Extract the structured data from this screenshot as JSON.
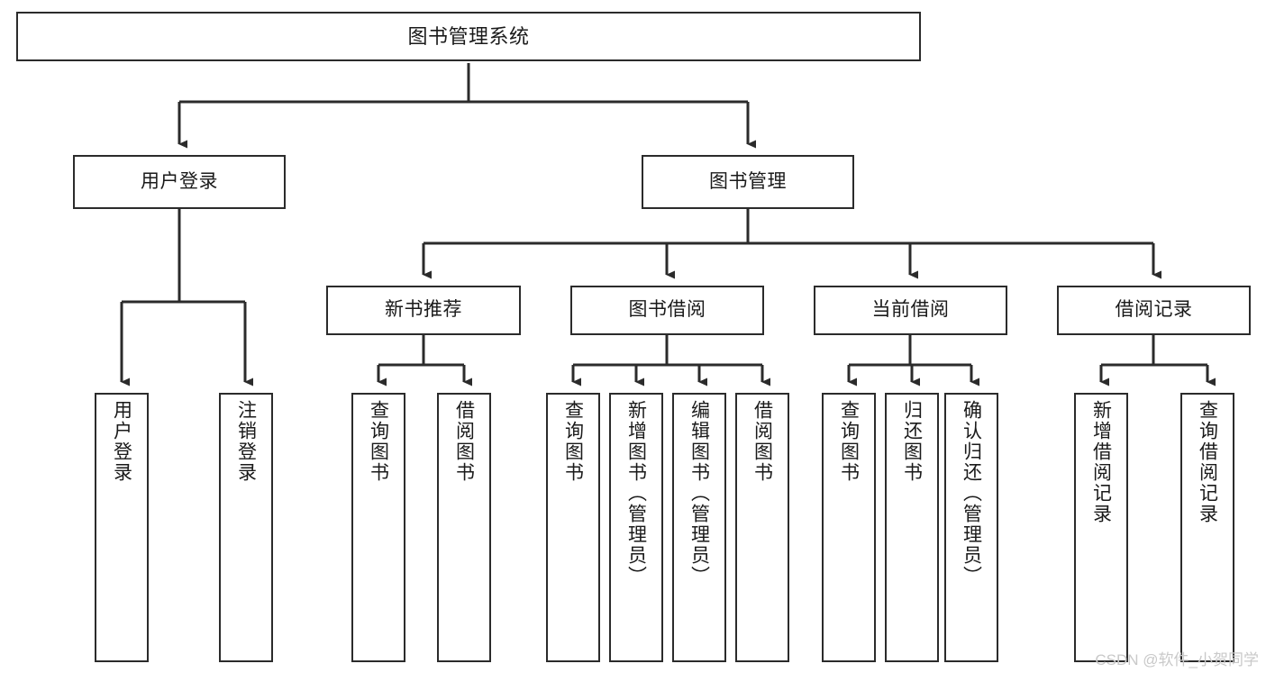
{
  "diagram": {
    "title": "图书管理系统",
    "type": "tree-hierarchy-chart",
    "watermark": "CSDN @软件_小贺同学",
    "colors": {
      "background": "#ffffff",
      "box_border": "#2b2b2b",
      "box_fill": "#ffffff",
      "connector": "#2b2b2b",
      "text": "#1a1a1a",
      "watermark": "#c9c9c9"
    },
    "root": {
      "label": "图书管理系统"
    },
    "level1": [
      {
        "label": "用户登录"
      },
      {
        "label": "图书管理"
      }
    ],
    "level2": [
      {
        "label": "新书推荐"
      },
      {
        "label": "图书借阅"
      },
      {
        "label": "当前借阅"
      },
      {
        "label": "借阅记录"
      }
    ],
    "leaves": {
      "user_login": [
        {
          "label": "用户登录"
        },
        {
          "label": "注销登录"
        }
      ],
      "new_book_recommend": [
        {
          "label": "查询图书"
        },
        {
          "label": "借阅图书"
        }
      ],
      "book_borrow": [
        {
          "label": "查询图书"
        },
        {
          "label": "新增图书（管理员）"
        },
        {
          "label": "编辑图书（管理员）"
        },
        {
          "label": "借阅图书"
        }
      ],
      "current_borrow": [
        {
          "label": "查询图书"
        },
        {
          "label": "归还图书"
        },
        {
          "label": "确认归还（管理员）"
        }
      ],
      "borrow_records": [
        {
          "label": "新增借阅记录"
        },
        {
          "label": "查询借阅记录"
        }
      ]
    }
  }
}
